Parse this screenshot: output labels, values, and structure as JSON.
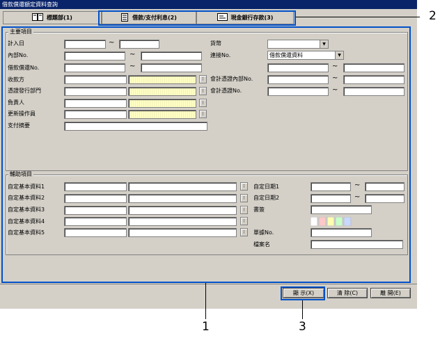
{
  "window": {
    "title": "借款償還額定資料查詢"
  },
  "tabs": [
    {
      "label": "標題部(1)",
      "icon": "book-icon"
    },
    {
      "label": "借款/支付利息(2)",
      "icon": "document-icon"
    },
    {
      "label": "現金銀行存款(3)",
      "icon": "report-icon"
    }
  ],
  "main": {
    "legend": "主要項目",
    "fields": {
      "entry_date": "計入日",
      "internal_no": "內部No.",
      "loan_repay_no": "借款償還No.",
      "payee": "收款方",
      "voucher_dept": "憑證發行部門",
      "person_in_charge": "負責人",
      "updater": "更新操作員",
      "payment_summary": "支付摘要",
      "currency": "貨幣",
      "link_no": "連接No.",
      "acct_voucher_internal_no": "會計憑證內部No.",
      "acct_voucher_no": "會計憑證No."
    },
    "link_select_value": "借款償還資料",
    "tilde": "~",
    "lookup": "⁝"
  },
  "aux": {
    "legend": "輔助項目",
    "fields": {
      "c1": "自定基本資料1",
      "c2": "自定基本資料2",
      "c3": "自定基本資料3",
      "c4": "自定基本資料4",
      "c5": "自定基本資料5",
      "d1": "自定日期1",
      "d2": "自定日期2",
      "doc": "書簽",
      "voucher_no": "單據No.",
      "file_name": "檔案名"
    }
  },
  "buttons": {
    "display": "顯 示(X)",
    "clear": "清 除(C)",
    "close": "離 開(E)"
  },
  "callouts": [
    "1",
    "2",
    "3"
  ]
}
